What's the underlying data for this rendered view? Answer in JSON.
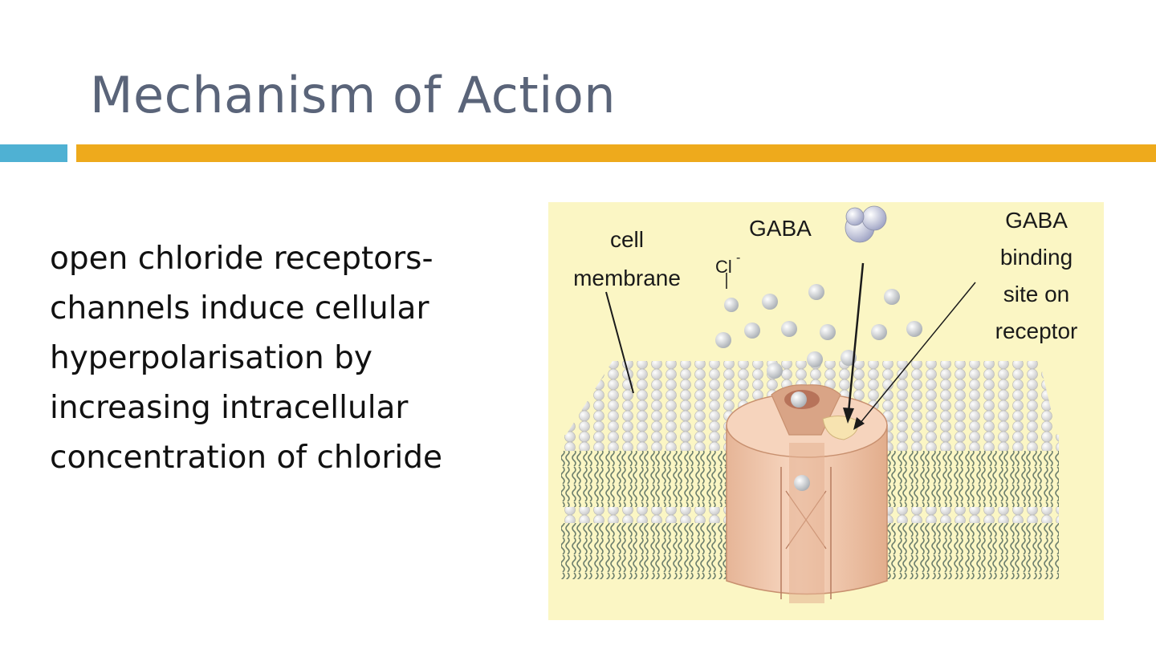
{
  "slide": {
    "title": "Mechanism of Action",
    "body": "open chloride receptors-channels induce cellular hyperpolarisation by increasing intracellular concentration of chloride",
    "colors": {
      "accent_blue": "#4fb1d3",
      "accent_gold": "#eeaa1c",
      "title": "#5a6479",
      "diagram_bg": "#fbf6c4",
      "channel": "#f2c9ac"
    }
  },
  "diagram": {
    "label_cell": "cell",
    "label_membrane": "membrane",
    "label_cl": "Cl",
    "label_cl_charge": "-",
    "label_gaba": "GABA",
    "label_site_1": "GABA",
    "label_site_2": "binding",
    "label_site_3": "site on",
    "label_site_4": "receptor"
  }
}
